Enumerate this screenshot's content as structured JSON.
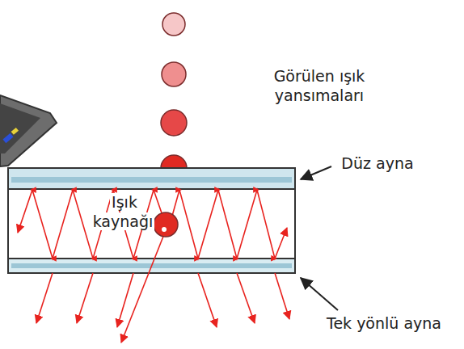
{
  "diagram": {
    "labels": [
      "Görülen ışık yansımaları",
      "Düz ayna",
      "Işık kaynağı",
      "Tek yönlü ayna"
    ]
  }
}
